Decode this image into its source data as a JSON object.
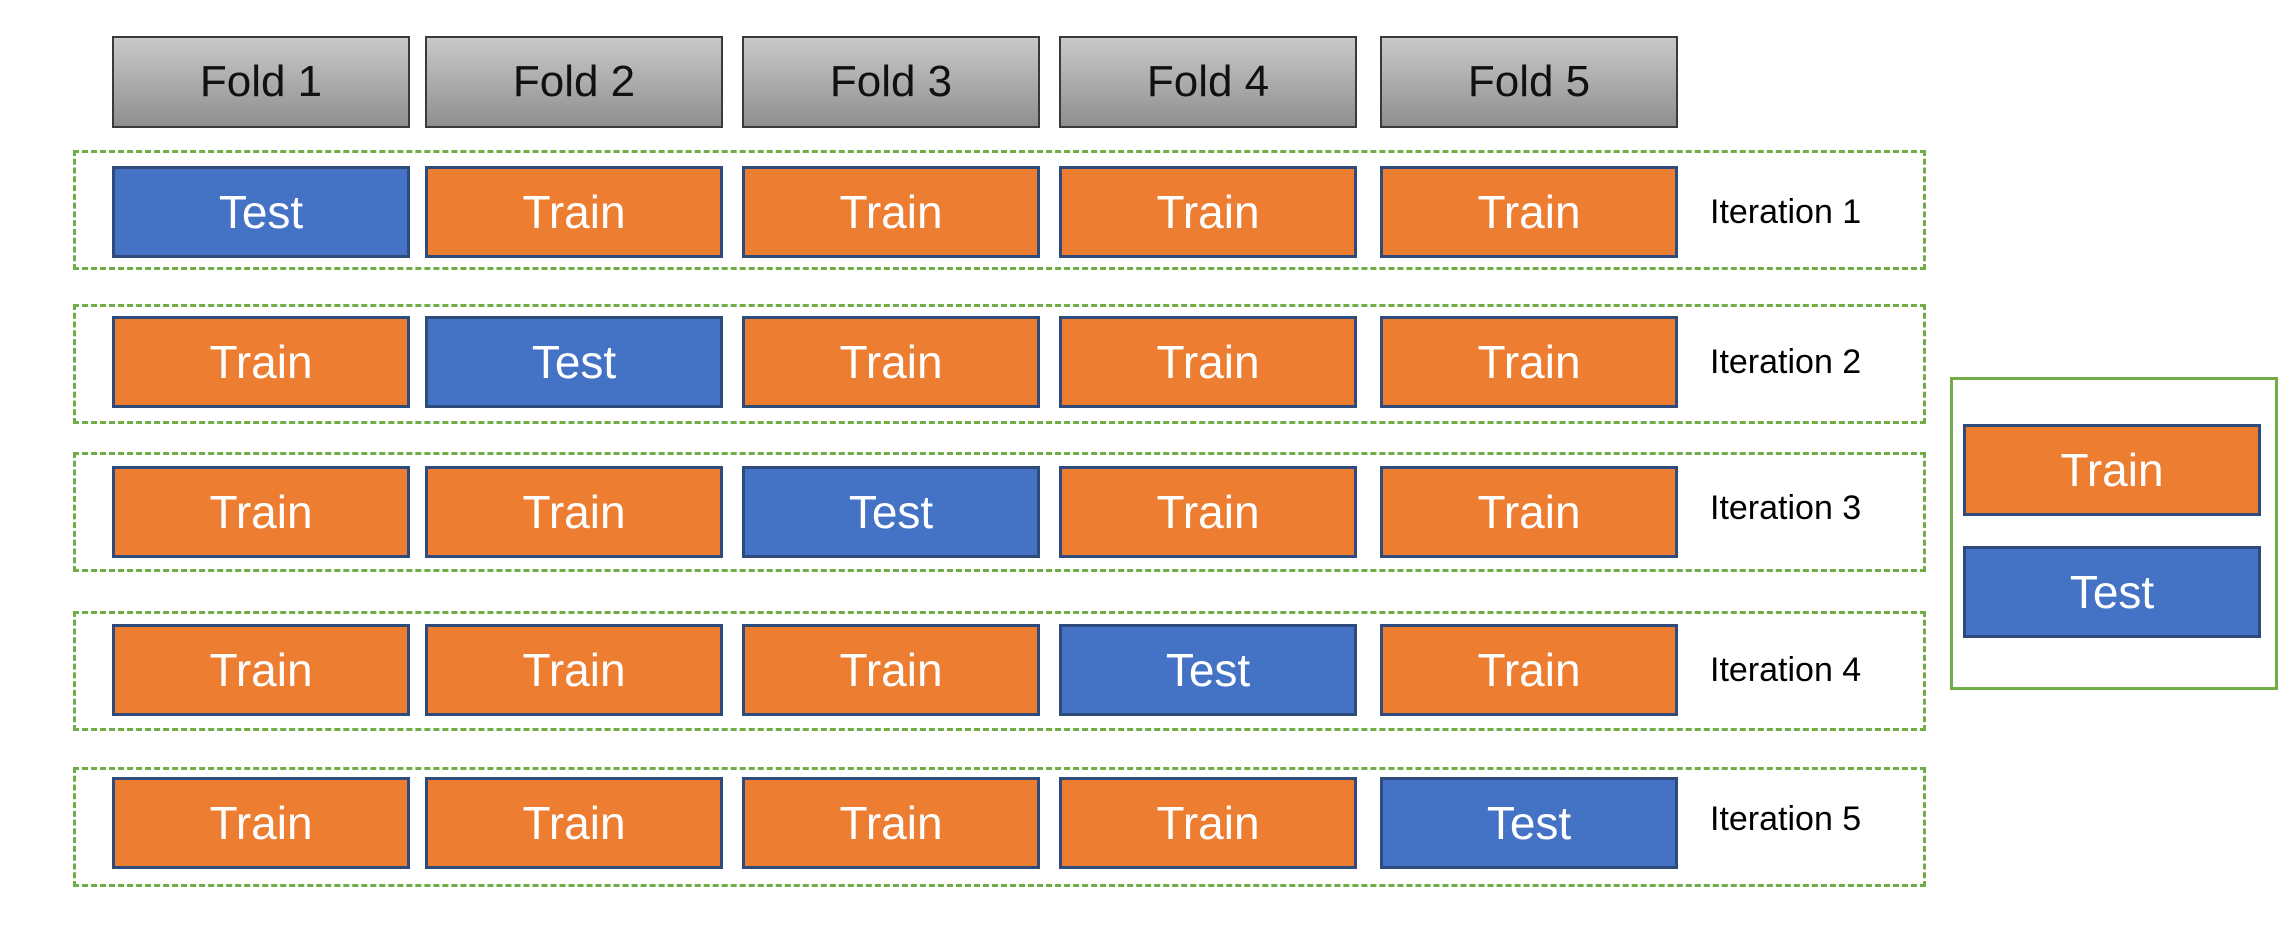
{
  "folds": [
    "Fold 1",
    "Fold 2",
    "Fold 3",
    "Fold 4",
    "Fold 5"
  ],
  "iterations": [
    {
      "label": "Iteration 1",
      "cells": [
        "Test",
        "Train",
        "Train",
        "Train",
        "Train"
      ]
    },
    {
      "label": "Iteration 2",
      "cells": [
        "Train",
        "Test",
        "Train",
        "Train",
        "Train"
      ]
    },
    {
      "label": "Iteration 3",
      "cells": [
        "Train",
        "Train",
        "Test",
        "Train",
        "Train"
      ]
    },
    {
      "label": "Iteration 4",
      "cells": [
        "Train",
        "Train",
        "Train",
        "Test",
        "Train"
      ]
    },
    {
      "label": "Iteration 5",
      "cells": [
        "Train",
        "Train",
        "Train",
        "Train",
        "Test"
      ]
    }
  ],
  "legend": {
    "train": "Train",
    "test": "Test"
  },
  "colors": {
    "train": "#ed7d31",
    "test": "#4472c4",
    "frame": "#70ad47",
    "header": "#a6a6a6"
  }
}
